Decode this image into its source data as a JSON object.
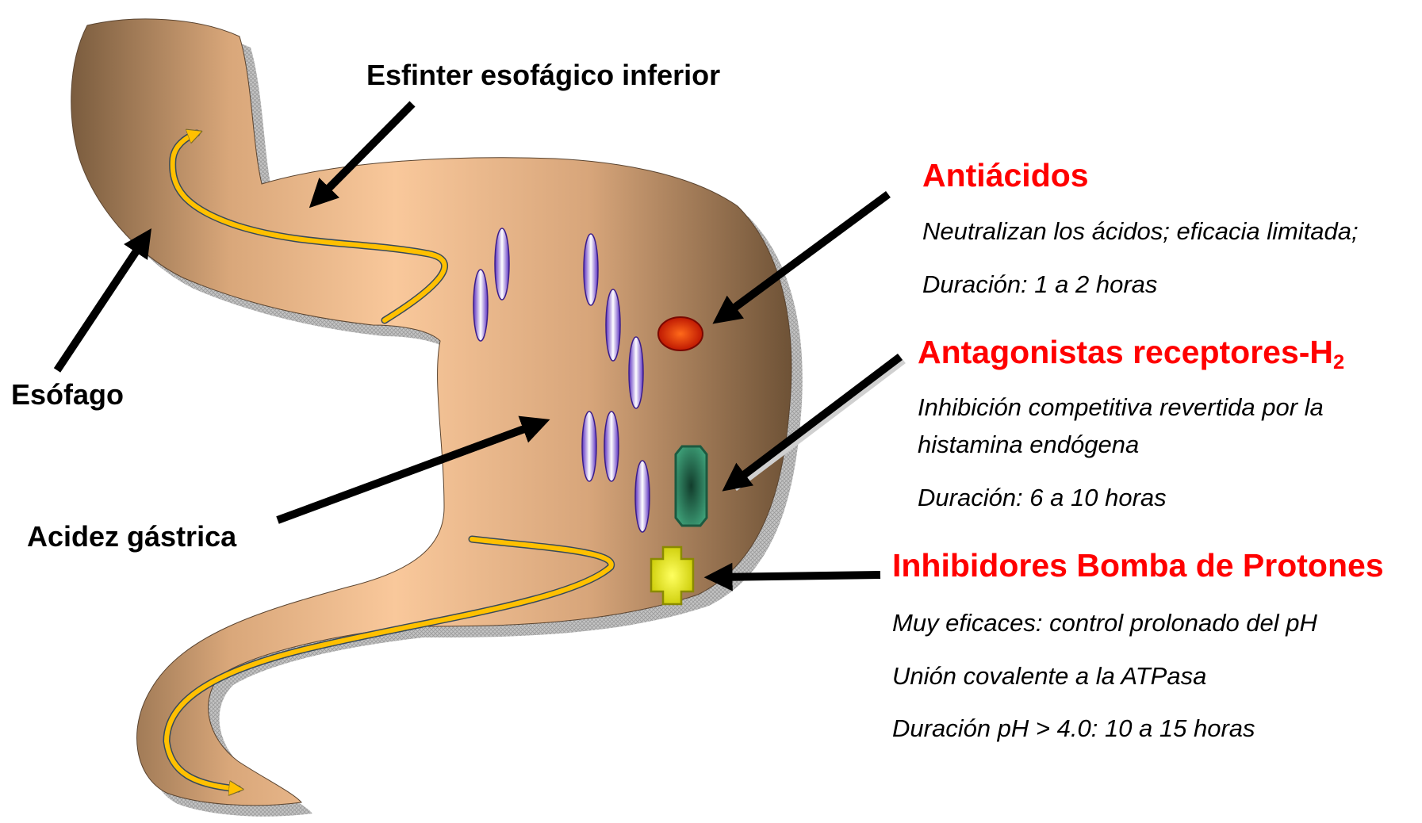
{
  "colors": {
    "heading": "#ff0000",
    "stomach_light": "#f9c89b",
    "stomach_dark": "#7a5c3e",
    "shadow": "#b8b8b8",
    "flow_arrow": "#ffc000",
    "pill_antiacid": "#e8260a",
    "pill_h2": "#2e8b66",
    "pill_ipp": "#e8e800",
    "acid_cells": "#8a5ee6"
  },
  "icons": {
    "antiacid": "red-oval-pill-icon",
    "h2_antagonist": "green-octagon-pill-icon",
    "proton_pump_inhibitor": "yellow-cross-pill-icon"
  },
  "labels": {
    "sphincter": "Esfinter esofágico inferior",
    "esophagus": "Esófago",
    "acidity": "Acidez gástrica"
  },
  "drugs": {
    "antiacids": {
      "title": "Antiácidos",
      "line1": "Neutralizan los ácidos; eficacia limitada;",
      "line2": "Duración: 1 a 2 horas"
    },
    "h2": {
      "title": "Antagonistas receptores-H",
      "title_sub": "2",
      "line1": "Inhibición competitiva revertida por la",
      "line2": "histamina endógena",
      "line3": "Duración: 6 a 10 horas"
    },
    "ppi": {
      "title": "Inhibidores Bomba de Protones",
      "line1": "Muy eficaces: control prolonado del pH",
      "line2": "Unión covalente a la ATPasa",
      "line3": "Duración pH > 4.0: 10 a 15 horas"
    }
  }
}
